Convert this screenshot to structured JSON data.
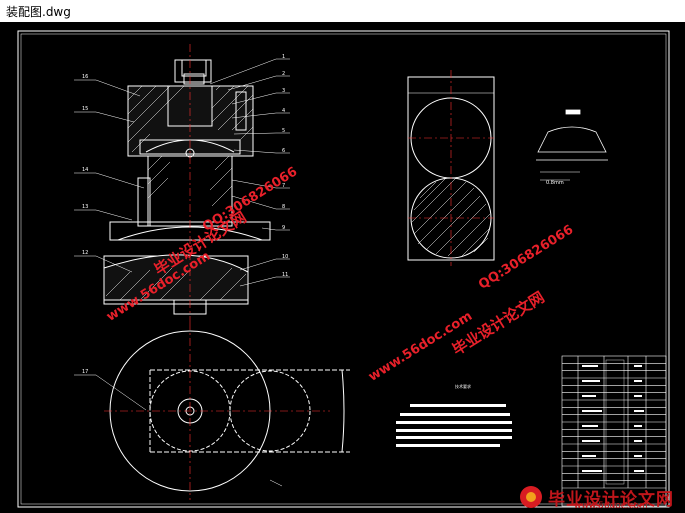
{
  "window": {
    "title": "装配图.dwg"
  },
  "drawing": {
    "part_labels": [
      "1",
      "2",
      "3",
      "4",
      "5",
      "6",
      "7",
      "8",
      "9",
      "10",
      "11",
      "12",
      "13",
      "14",
      "15",
      "16",
      "17"
    ],
    "notes_label": "技术要求",
    "detail_label": "0.8mm",
    "bom_rows": 18
  },
  "watermarks": {
    "site": "www.56doc.com",
    "qq": "QQ:306826066",
    "brand": "毕业设计论文网"
  },
  "logo": {
    "name": "毕业设计论文网",
    "url": "www.56doc.com"
  },
  "colors": {
    "background": "#000000",
    "lines": "#ffffff",
    "watermark": "#e8202a",
    "accent_red": "#ff3030",
    "axis_yellow": "#ffff60"
  }
}
